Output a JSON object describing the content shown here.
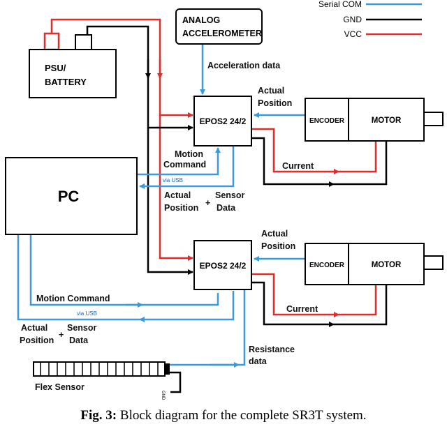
{
  "legend": {
    "serial": {
      "label": "Serial COM",
      "color": "#3b9ad9"
    },
    "gnd": {
      "label": "GND",
      "color": "#000000"
    },
    "vcc": {
      "label": "VCC",
      "color": "#e32b2b"
    }
  },
  "blocks": {
    "accel_line1": "ANALOG",
    "accel_line2": "ACCELEROMETER",
    "psu_line1": "PSU/",
    "psu_line2": "BATTERY",
    "pc": "PC",
    "epos_top": "EPOS2 24/2",
    "epos_bottom": "EPOS2 24/2",
    "encoder_top": "ENCODER",
    "encoder_bottom": "ENCODER",
    "motor_top": "MOTOR",
    "motor_bottom": "MOTOR",
    "flex_sensor": "Flex Sensor",
    "gnd_tag": "GND"
  },
  "labels": {
    "acceleration_data": "Acceleration data",
    "actual_top_1": "Actual",
    "actual_top_2": "Position",
    "current_top": "Current",
    "motion_cmd_1": "Motion",
    "motion_cmd_2": "Command",
    "via_usb_top": "via USB",
    "pos_actual": "Actual",
    "pos_position": "Position",
    "plus": "+",
    "sensor": "Sensor",
    "data": "Data",
    "actual_bot_1": "Actual",
    "actual_bot_2": "Position",
    "current_bottom": "Current",
    "motion_command_bottom": "Motion Command",
    "via_usb_bottom": "via USB",
    "pos_actual_b": "Actual",
    "pos_position_b": "Position",
    "plus_b": "+",
    "sensor_b": "Sensor",
    "data_b": "Data",
    "resistance_1": "Resistance",
    "resistance_2": "data"
  },
  "caption": {
    "prefix": "Fig. 3:",
    "text": " Block diagram for the complete SR3T system."
  }
}
